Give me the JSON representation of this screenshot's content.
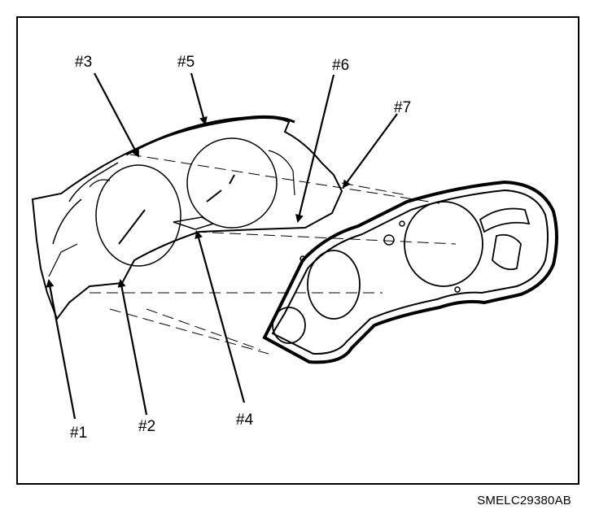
{
  "callouts": [
    {
      "label": "#1"
    },
    {
      "label": "#2"
    },
    {
      "label": "#3"
    },
    {
      "label": "#4"
    },
    {
      "label": "#5"
    },
    {
      "label": "#6"
    },
    {
      "label": "#7"
    }
  ],
  "drawing_code": "SMELC29380AB"
}
